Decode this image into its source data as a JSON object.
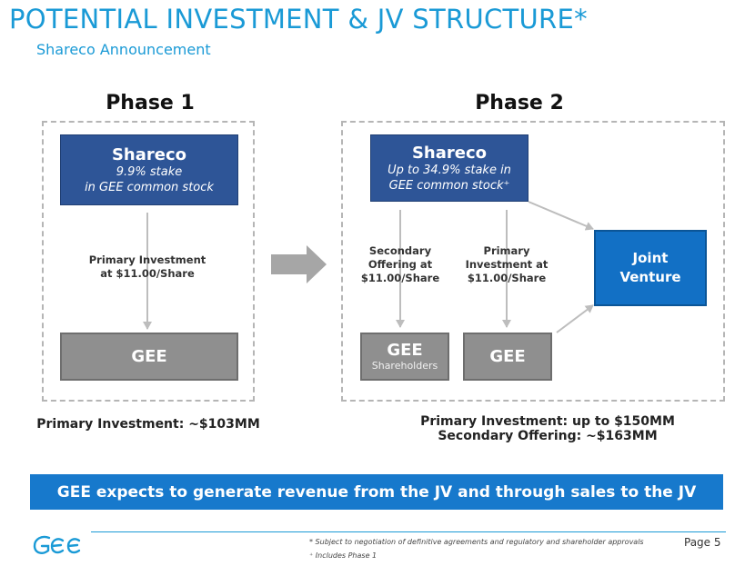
{
  "header": {
    "title": "POTENTIAL INVESTMENT & JV STRUCTURE*",
    "subtitle": "Shareco Announcement"
  },
  "phase1": {
    "heading": "Phase 1",
    "shareco": {
      "name": "Shareco",
      "line1": "9.9% stake",
      "line2": "in GEE common stock"
    },
    "arrow_label": {
      "line1": "Primary Investment",
      "line2": "at $11.00/Share"
    },
    "gee": "GEE",
    "summary": "Primary Investment:  ~$103MM"
  },
  "phase2": {
    "heading": "Phase 2",
    "shareco": {
      "name": "Shareco",
      "line1": "Up to 34.9% stake in",
      "line2": "GEE common stock⁺"
    },
    "secondary_label": {
      "line1": "Secondary",
      "line2": "Offering at",
      "line3": "$11.00/Share"
    },
    "primary_label": {
      "line1": "Primary",
      "line2": "Investment at",
      "line3": "$11.00/Share"
    },
    "gee_shareholders": {
      "name": "GEE",
      "sub": "Shareholders"
    },
    "gee": "GEE",
    "jv": {
      "line1": "Joint",
      "line2": "Venture"
    },
    "summary": {
      "line1": "Primary Investment: up to $150MM",
      "line2": "Secondary Offering: ~$163MM"
    }
  },
  "banner": "GEE expects to generate revenue from the JV and through sales to the JV",
  "footer": {
    "note1": "* Subject to negotiation of definitive agreements and regulatory and shareholder approvals",
    "note2": "⁺ Includes Phase 1",
    "page": "Page 5"
  },
  "colors": {
    "title": "#1a9ad6",
    "shareco_box": "#2e5597",
    "gee_box": "#8f8f8f",
    "jv_box": "#1270c5",
    "banner": "#1779cc"
  }
}
